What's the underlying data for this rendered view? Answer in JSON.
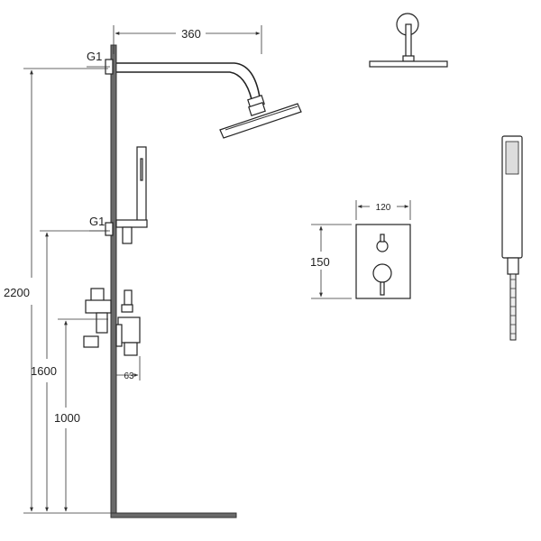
{
  "dimensions": {
    "arm_length": "360",
    "connection_top": "G1",
    "connection_mid": "G1",
    "total_height": "2200",
    "outlet_height": "1600",
    "valve_height": "1000",
    "valve_depth": "63",
    "plate_width": "120",
    "plate_height": "150"
  },
  "colors": {
    "line": "#333333",
    "wall_fill": "#6a6a6a",
    "background": "#ffffff"
  },
  "icons": [
    "showerhead-top-view",
    "hand-shower",
    "valve-plate",
    "mixing-valve-body"
  ]
}
